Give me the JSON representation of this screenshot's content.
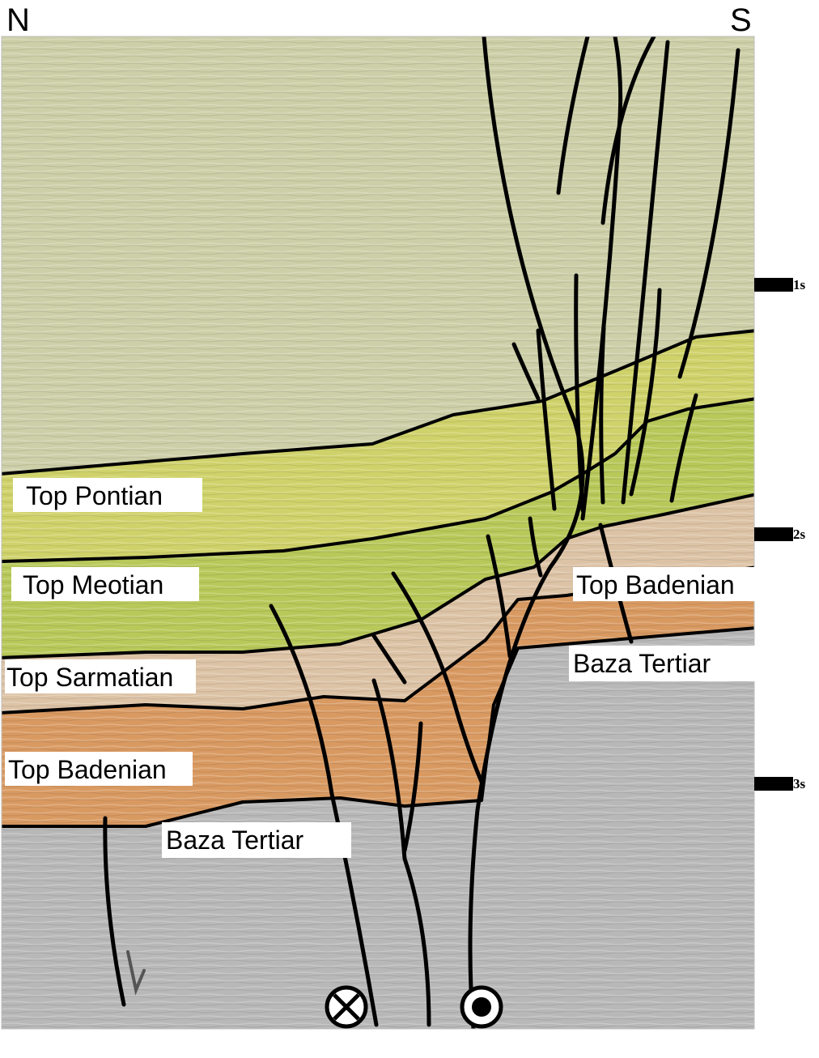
{
  "compass": {
    "north": "N",
    "south": "S"
  },
  "time_scale": [
    "1s",
    "2s",
    "3s"
  ],
  "labels": {
    "left_top_pontian": "Top Pontian",
    "left_top_meotian": "Top Meotian",
    "left_top_sarmatian": "Top Sarmatian",
    "left_top_badenian": "Top Badenian",
    "left_baza_tertiar": "Baza Tertiar",
    "right_top_badenian": "Top Badenian",
    "right_baza_tertiar": "Baza Tertiar"
  },
  "symbols": {
    "away_from_viewer": "fault motion into page (circled cross)",
    "toward_viewer": "fault motion out of page (circled dot)"
  },
  "colors": {
    "upper_pliocene": "#cdcfa8",
    "pontian": "#cfd26a",
    "meotian": "#b8c95a",
    "sarmatian": "#ddc3a6",
    "badenian": "#d99a62",
    "basement": "#b8b8b8",
    "lines": "#000000"
  }
}
